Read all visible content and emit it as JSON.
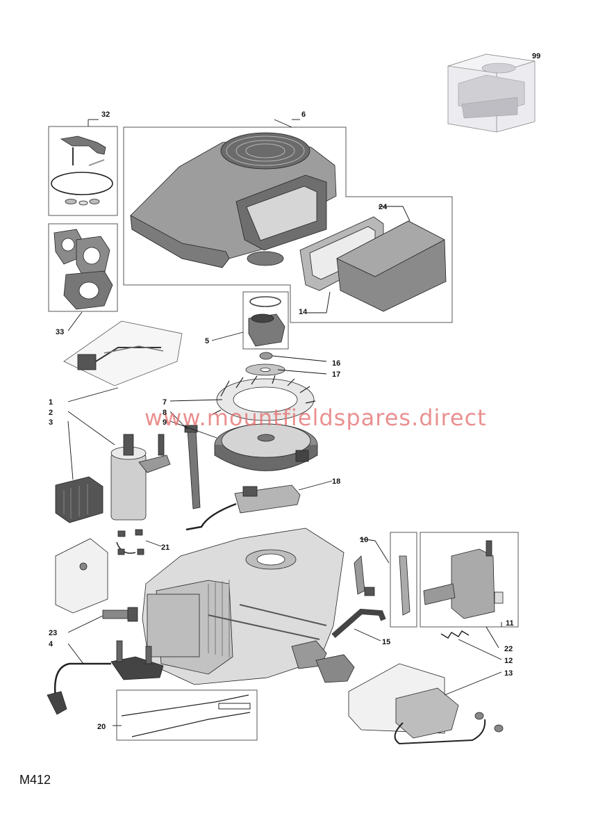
{
  "diagram_code": "M412",
  "watermark": "www.mountfieldspares.direct",
  "callouts": {
    "c1": "1",
    "c2": "2",
    "c3": "3",
    "c4": "4",
    "c5": "5",
    "c6": "6",
    "c7": "7",
    "c8": "8",
    "c9": "9",
    "c10": "10",
    "c11": "11",
    "c12": "12",
    "c13": "13",
    "c14": "14",
    "c15": "15",
    "c16": "16",
    "c17": "17",
    "c18": "18",
    "c20": "20",
    "c21": "21",
    "c22": "22",
    "c23": "23",
    "c24": "24",
    "c32": "32",
    "c33": "33",
    "c99": "99"
  },
  "colors": {
    "part_dark": "#6d6d6d",
    "part_mid": "#9a9a9a",
    "part_light": "#c9c9c9",
    "part_lighter": "#e2e2e2",
    "watermark": "#e36b6b"
  }
}
